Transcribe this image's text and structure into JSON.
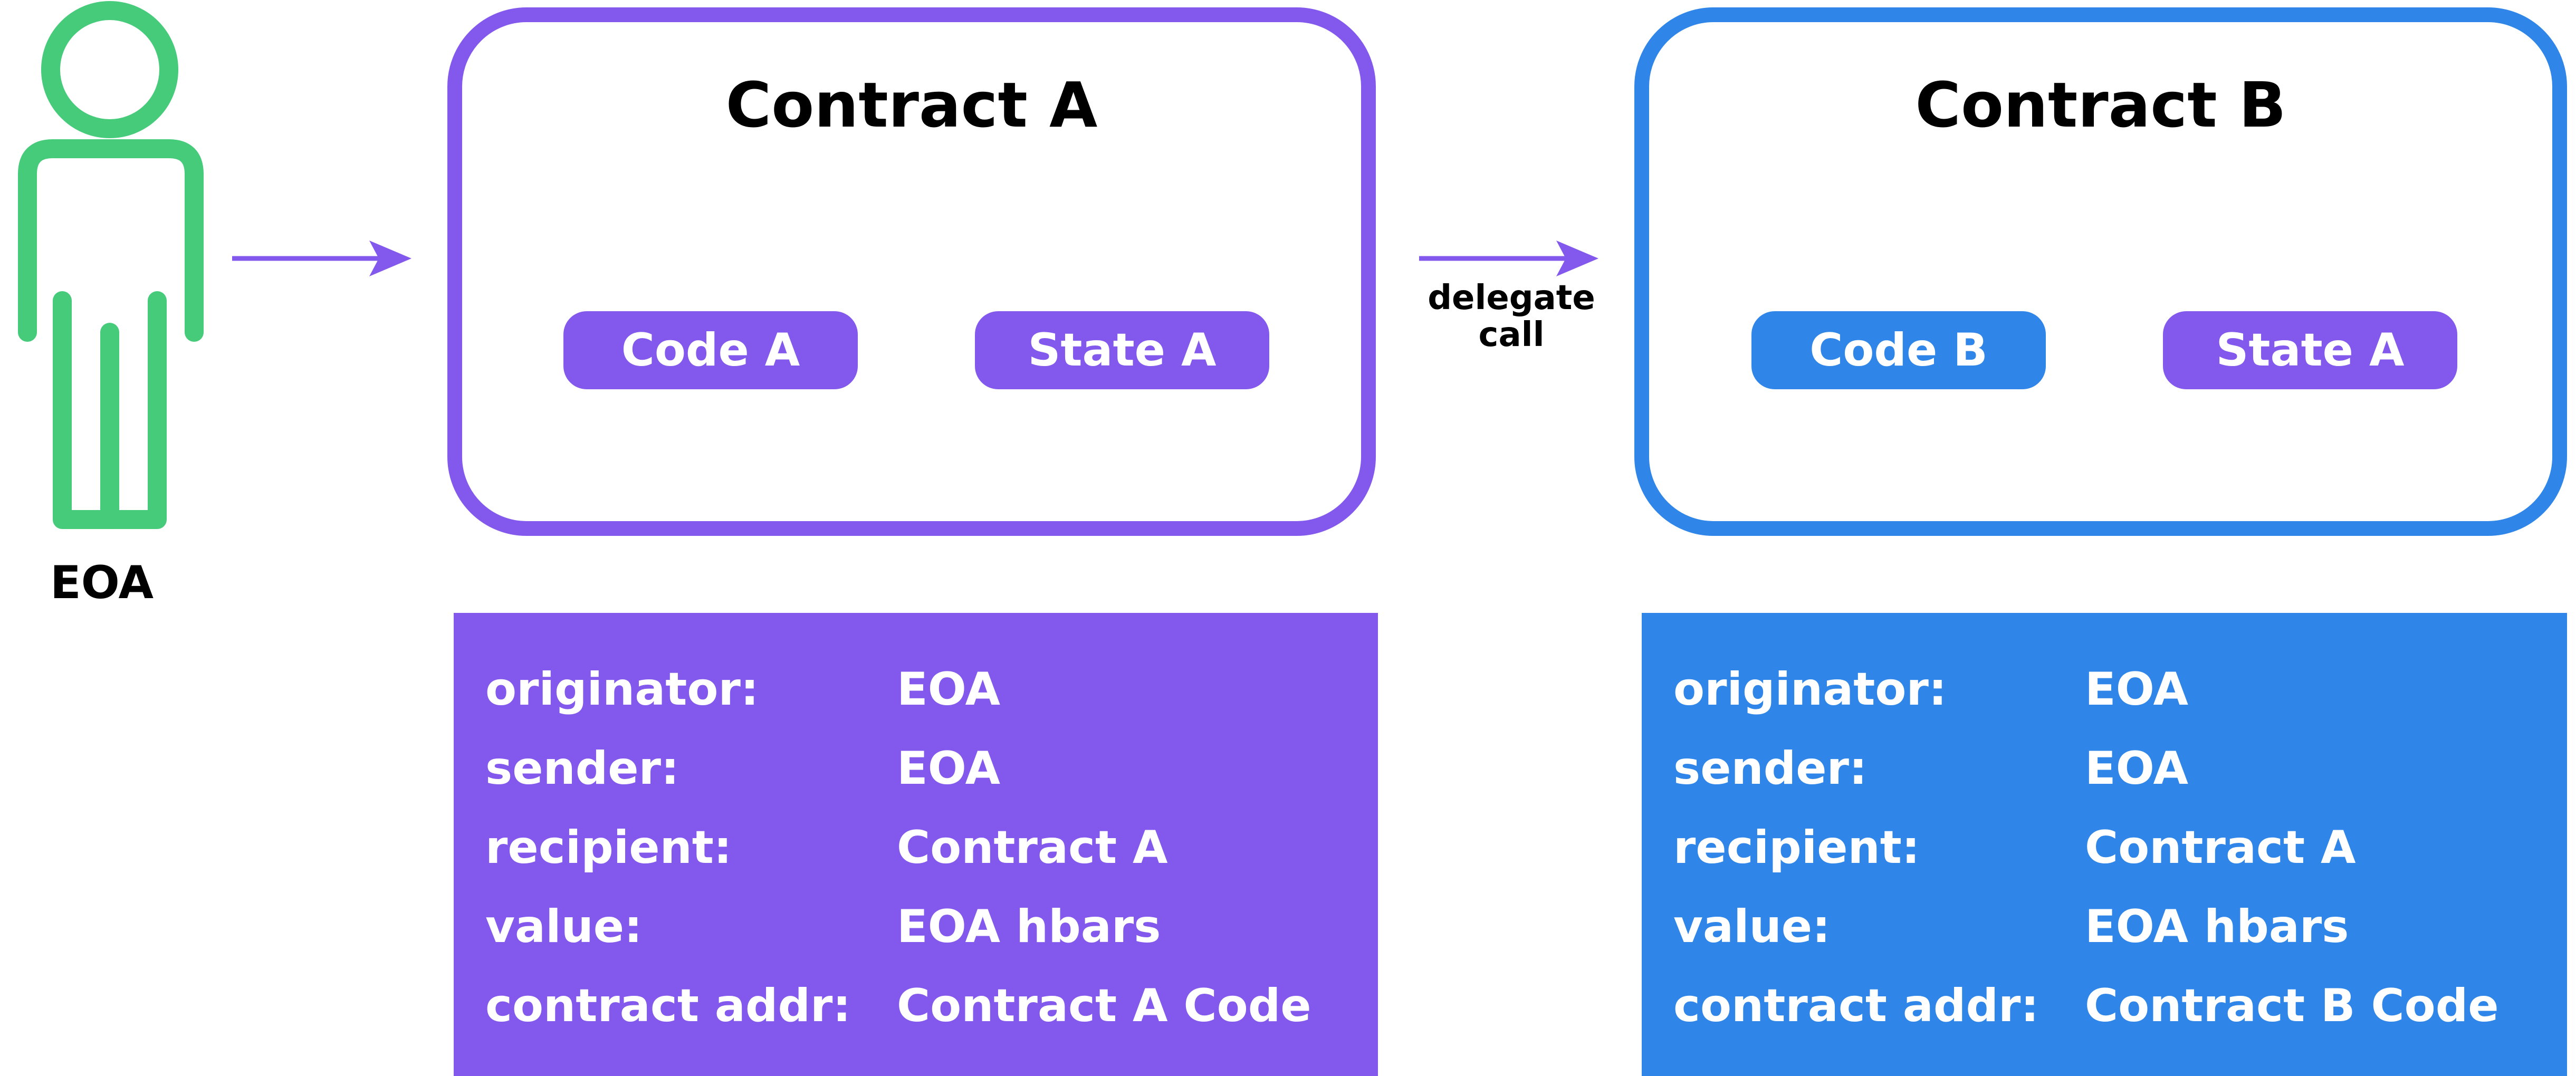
{
  "colors": {
    "purple": "#8359ED",
    "blue": "#2F86E8",
    "green": "#45CB7A",
    "black": "#000000",
    "white": "#FFFFFF"
  },
  "eoa": {
    "icon": "person-icon",
    "label": "EOA"
  },
  "arrow_1": {
    "label": ""
  },
  "arrow_2": {
    "label_line1": "delegate",
    "label_line2": "call"
  },
  "contract_a": {
    "title": "Contract A",
    "code_pill": "Code A",
    "state_pill": "State A",
    "info": [
      {
        "key": "originator:",
        "value": "EOA"
      },
      {
        "key": "sender:",
        "value": "EOA"
      },
      {
        "key": "recipient:",
        "value": "Contract A"
      },
      {
        "key": "value:",
        "value": "EOA hbars"
      },
      {
        "key": "contract addr:",
        "value": "Contract A Code"
      }
    ]
  },
  "contract_b": {
    "title": "Contract B",
    "code_pill": "Code B",
    "state_pill": "State A",
    "info": [
      {
        "key": "originator:",
        "value": "EOA"
      },
      {
        "key": "sender:",
        "value": "EOA"
      },
      {
        "key": "recipient:",
        "value": "Contract A"
      },
      {
        "key": "value:",
        "value": "EOA hbars"
      },
      {
        "key": "contract addr:",
        "value": "Contract B Code"
      }
    ]
  }
}
